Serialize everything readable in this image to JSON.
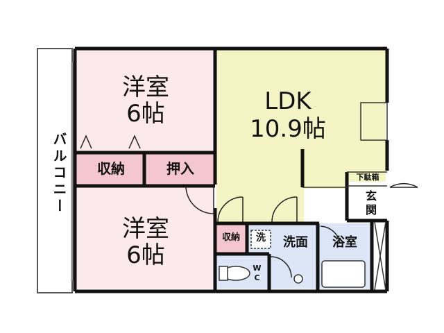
{
  "rooms": {
    "balcony": "バルコニー",
    "western_top_name": "洋室",
    "western_top_size": "6帖",
    "storage_left": "収納",
    "closet": "押入",
    "western_bottom_name": "洋室",
    "western_bottom_size": "6帖",
    "ldk_name": "LDK",
    "ldk_size": "10.9帖",
    "shoe_box": "下駄箱",
    "entrance": "玄関",
    "storage_small": "収納",
    "washer": "洗",
    "washroom": "洗面",
    "bathroom": "浴室",
    "toilet": "WC"
  },
  "colors": {
    "western_room": "#fbe9ec",
    "storage": "#f4c6cf",
    "ldk": "#f4f4c4",
    "wet_area": "#dde6f6",
    "wall": "#111111",
    "balcony": "#ffffff"
  }
}
